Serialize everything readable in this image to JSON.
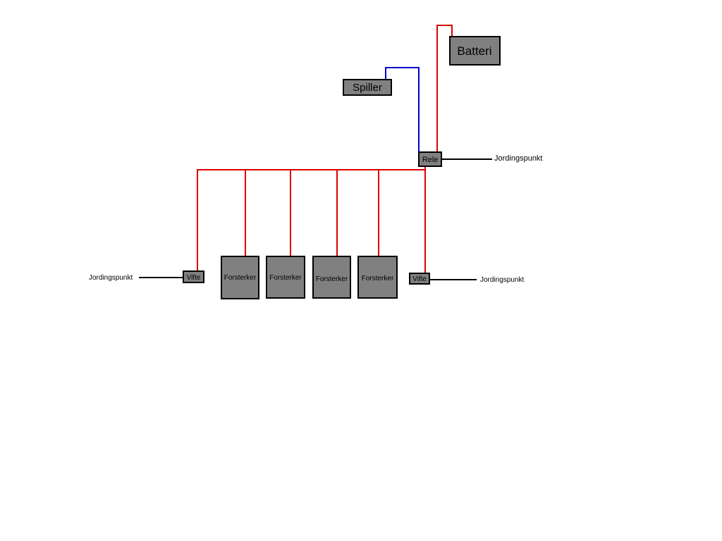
{
  "colors": {
    "power_wire": "#dd0000",
    "signal_wire": "#0000cc",
    "ground_wire": "#000000",
    "component_fill": "#808080",
    "background": "#ffffff"
  },
  "components": {
    "battery": "Batteri",
    "player": "Spiller",
    "relay": "Rele",
    "fan_left": "Vifte",
    "fan_right": "Vifte",
    "amplifiers": [
      "Forsterker",
      "Forsterker",
      "Forsterker",
      "Forsterker"
    ]
  },
  "ground_labels": {
    "relay": "Jordingspunkt",
    "fan_left": "Jordingspunkt",
    "fan_right": "Jordingspunkt"
  }
}
